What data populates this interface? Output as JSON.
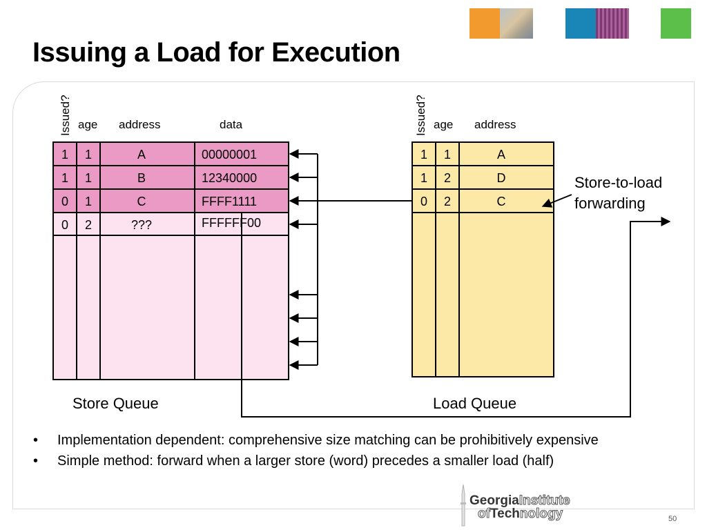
{
  "slide": {
    "title": "Issuing a Load for Execution",
    "page_number": "50"
  },
  "colors": {
    "store_queue_filled": "#ea9ac5",
    "store_queue_empty": "#fde3f0",
    "load_queue": "#fce9a8",
    "deco_orange": "#f29a2e",
    "deco_blue": "#1a86b8",
    "deco_purple": "#7a2e6e",
    "deco_green": "#5cbf4a"
  },
  "store_queue": {
    "label": "Store Queue",
    "headers": {
      "issued": "Issued?",
      "age": "age",
      "address": "address",
      "data": "data"
    },
    "rows": [
      {
        "issued": "1",
        "age": "1",
        "address": "A",
        "data": "00000001"
      },
      {
        "issued": "1",
        "age": "1",
        "address": "B",
        "data": "12340000"
      },
      {
        "issued": "0",
        "age": "1",
        "address": "C",
        "data": "FFFF1111"
      },
      {
        "issued": "0",
        "age": "2",
        "address": "???",
        "data": "FFFFFF00"
      }
    ]
  },
  "load_queue": {
    "label": "Load Queue",
    "headers": {
      "issued": "Issued?",
      "age": "age",
      "address": "address"
    },
    "rows": [
      {
        "issued": "1",
        "age": "1",
        "address": "A"
      },
      {
        "issued": "1",
        "age": "2",
        "address": "D"
      },
      {
        "issued": "0",
        "age": "2",
        "address": "C"
      }
    ]
  },
  "annotation": {
    "line1": "Store-to-load",
    "line2": "forwarding"
  },
  "bullets": [
    "Implementation dependent: comprehensive size matching can be prohibitively expensive",
    "Simple method: forward when a larger store (word) precedes a smaller load (half)"
  ],
  "logo": {
    "line1a": "Georgia",
    "line1b": "Institute",
    "line2a": "of",
    "line2b": "Tech",
    "line2c": "nology"
  }
}
